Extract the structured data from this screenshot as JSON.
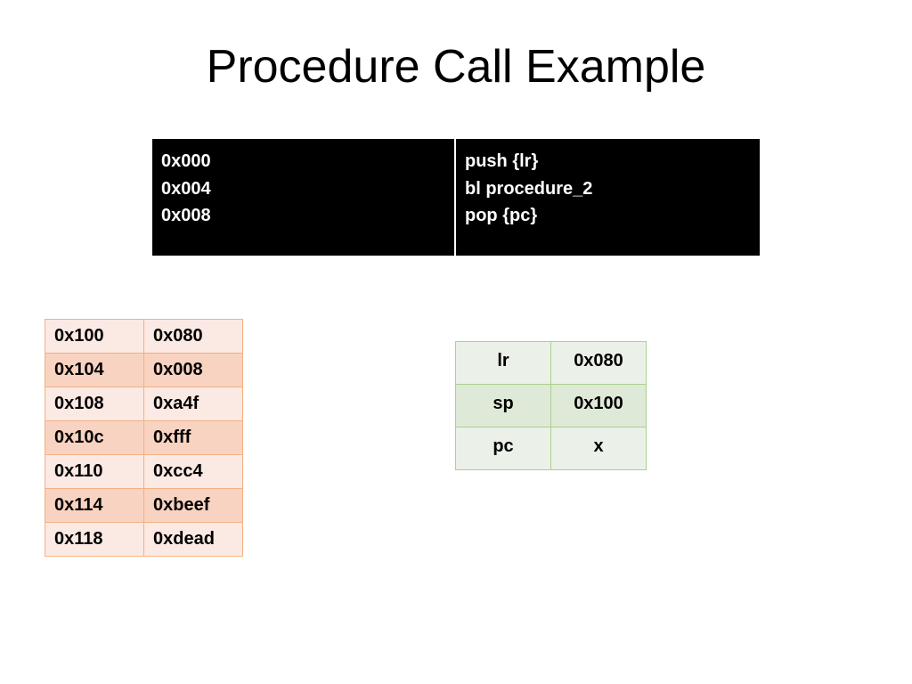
{
  "title": "Procedure Call Example",
  "code": {
    "addresses": [
      "0x000",
      "0x004",
      "0x008"
    ],
    "instructions": [
      "push {lr}",
      "bl procedure_2",
      "pop {pc}"
    ]
  },
  "memory": [
    {
      "addr": "0x100",
      "value": "0x080"
    },
    {
      "addr": "0x104",
      "value": "0x008"
    },
    {
      "addr": "0x108",
      "value": "0xa4f"
    },
    {
      "addr": "0x10c",
      "value": "0xfff"
    },
    {
      "addr": "0x110",
      "value": "0xcc4"
    },
    {
      "addr": "0x114",
      "value": "0xbeef"
    },
    {
      "addr": "0x118",
      "value": "0xdead"
    }
  ],
  "registers": [
    {
      "name": "lr",
      "value": "0x080"
    },
    {
      "name": "sp",
      "value": "0x100"
    },
    {
      "name": "pc",
      "value": "x"
    }
  ],
  "colors": {
    "code_background": "#000000",
    "code_text": "#ffffff",
    "memory_border": "#f4b183",
    "memory_row_light": "#fbe9e3",
    "memory_row_dark": "#f8d3c1",
    "register_border": "#a9d18e",
    "register_row_light": "#ebf1e9",
    "register_row_dark": "#dfe9d8"
  }
}
